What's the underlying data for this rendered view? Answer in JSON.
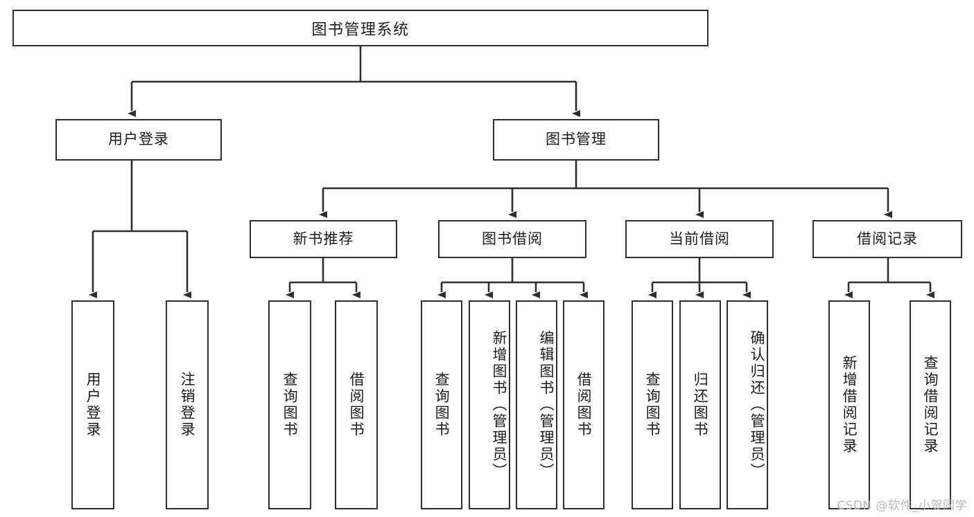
{
  "diagram": {
    "title": "图书管理系统",
    "type": "hierarchy-tree",
    "line_color": "#2e2e2e",
    "background_color": "#ffffff",
    "text_color": "#1b1b1b"
  },
  "nodes": {
    "root": {
      "label": "图书管理系统"
    },
    "level2": [
      {
        "label": "用户登录"
      },
      {
        "label": "图书管理"
      }
    ],
    "level3": [
      {
        "label": "新书推荐"
      },
      {
        "label": "图书借阅"
      },
      {
        "label": "当前借阅"
      },
      {
        "label": "借阅记录"
      }
    ],
    "leaves": {
      "user_login": [
        {
          "label": "用户登录"
        },
        {
          "label": "注销登录"
        }
      ],
      "new_book_recommend": [
        {
          "label": "查询图书"
        },
        {
          "label": "借阅图书"
        }
      ],
      "book_borrow": [
        {
          "label": "查询图书"
        },
        {
          "label": "新增图书（管理员）"
        },
        {
          "label": "编辑图书（管理员）"
        },
        {
          "label": "借阅图书"
        }
      ],
      "current_borrow": [
        {
          "label": "查询图书"
        },
        {
          "label": "归还图书"
        },
        {
          "label": "确认归还（管理员）"
        }
      ],
      "borrow_record": [
        {
          "label": "新增借阅记录"
        },
        {
          "label": "查询借阅记录"
        }
      ]
    }
  },
  "watermark": {
    "text": "CSDN @软件_小贺同学"
  }
}
